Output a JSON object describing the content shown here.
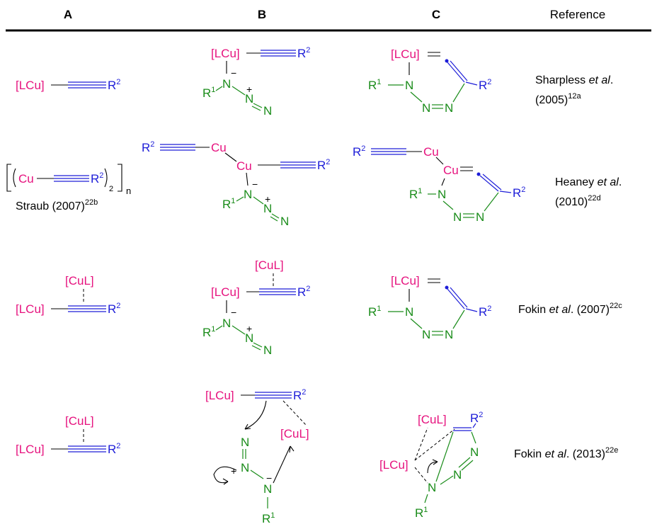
{
  "header": {
    "col_a": "A",
    "col_b": "B",
    "col_c": "C",
    "col_ref": "Reference"
  },
  "atoms": {
    "lcu": "[LCu]",
    "cul": "[CuL]",
    "cu": "Cu",
    "r": "R",
    "r1_sup": "1",
    "r2_sup": "2",
    "n": "N",
    "minus": "−",
    "plus": "+",
    "straub_label": "Straub (2007)",
    "straub_sup": "22b",
    "n_sub": "n",
    "two_sub": "2"
  },
  "references": {
    "row1": {
      "line1_a": "Sharpless ",
      "line1_b": "et al",
      "line1_c": ".",
      "line2": "(2005)",
      "sup": "12a"
    },
    "row2": {
      "line1_a": "Heaney ",
      "line1_b": "et al",
      "line1_c": ".",
      "line2": "(2010)",
      "sup": "22d"
    },
    "row3": {
      "line1_a": "Fokin ",
      "line1_b": "et al",
      "line1_c": ". (2007)",
      "sup": "22c"
    },
    "row4": {
      "line1_a": "Fokin ",
      "line1_b": "et al",
      "line1_c": ". (2013)",
      "sup": "22e"
    }
  },
  "colors": {
    "copper": "#e6127e",
    "alkyne": "#1d1dd8",
    "azide": "#1a8c1a",
    "rule": "#000000"
  }
}
